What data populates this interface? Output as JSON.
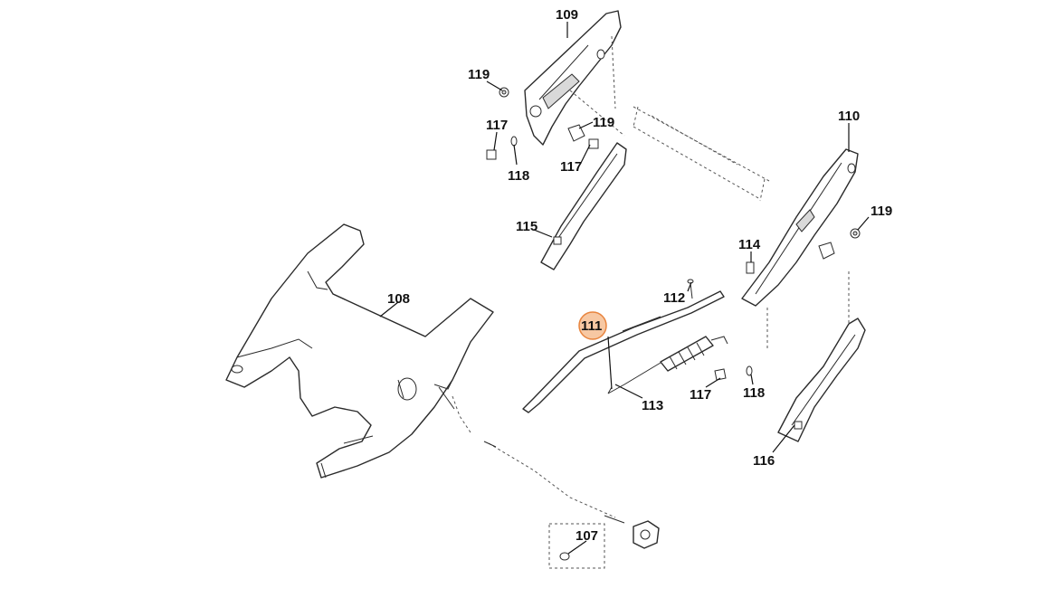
{
  "diagram": {
    "highlight_color": "#f5a36a",
    "highlighted_part": "111",
    "callouts": [
      {
        "id": "107",
        "label": "107"
      },
      {
        "id": "108",
        "label": "108"
      },
      {
        "id": "109",
        "label": "109"
      },
      {
        "id": "110",
        "label": "110"
      },
      {
        "id": "111",
        "label": "111"
      },
      {
        "id": "112",
        "label": "112"
      },
      {
        "id": "113",
        "label": "113"
      },
      {
        "id": "114",
        "label": "114"
      },
      {
        "id": "115",
        "label": "115"
      },
      {
        "id": "116",
        "label": "116"
      },
      {
        "id": "117a",
        "label": "117"
      },
      {
        "id": "117b",
        "label": "117"
      },
      {
        "id": "117c",
        "label": "117"
      },
      {
        "id": "118a",
        "label": "118"
      },
      {
        "id": "118b",
        "label": "118"
      },
      {
        "id": "119a",
        "label": "119"
      },
      {
        "id": "119b",
        "label": "119"
      },
      {
        "id": "119c",
        "label": "119"
      }
    ]
  }
}
